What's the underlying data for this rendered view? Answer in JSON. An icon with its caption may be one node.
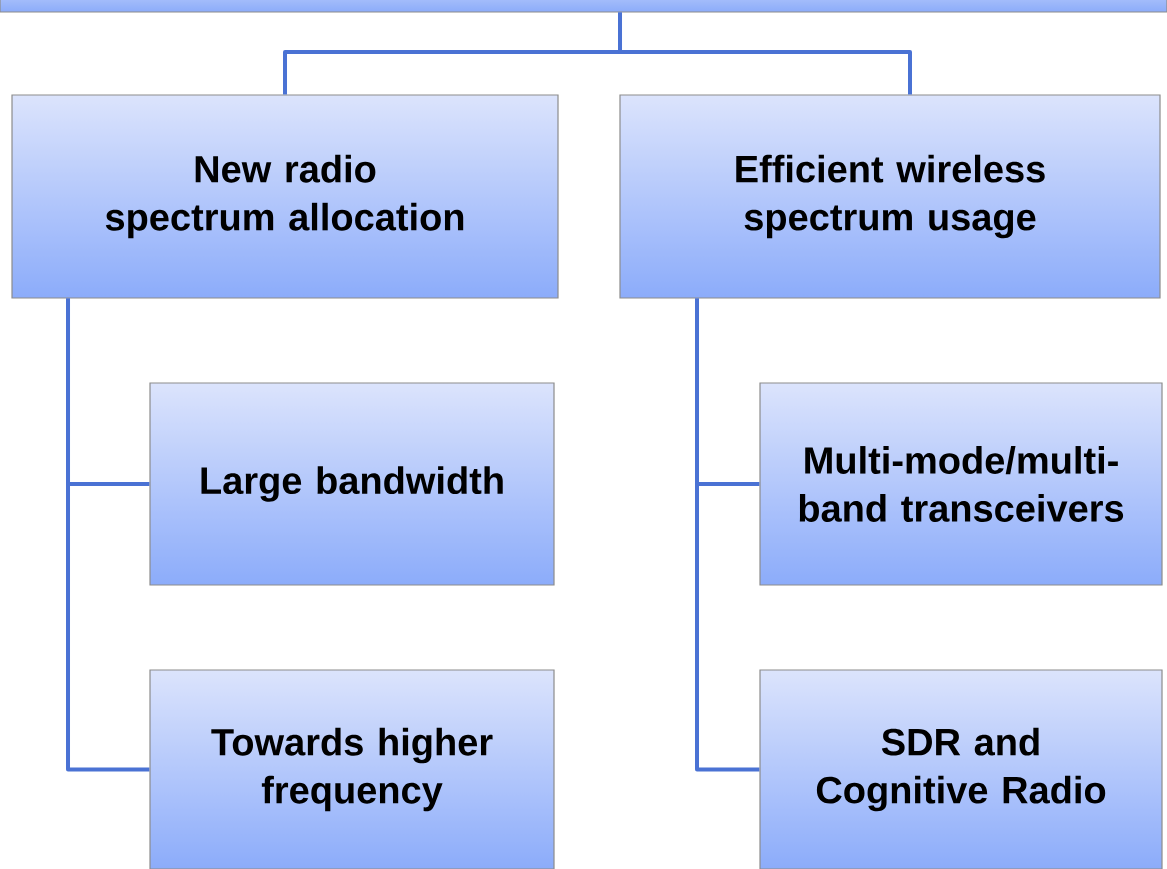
{
  "diagram": {
    "nodes": [
      {
        "text": [],
        "shape": "box"
      },
      {
        "text": [
          "New radio spectrum allocation"
        ]
      },
      {
        "text": [
          "Efficient wireless spectrum usage"
        ]
      },
      {
        "text": [
          "Large bandwidth"
        ]
      },
      {
        "text": [
          "Towards higher frequency"
        ]
      },
      {
        "text": [
          "Multi-mode/multi-band transceivers"
        ]
      },
      {
        "text": [
          "SDR and Cognitive Radio"
        ]
      }
    ],
    "edges": [
      {
        "from": 0,
        "to": 1,
        "arrow": "none"
      },
      {
        "from": 0,
        "to": 2,
        "arrow": "none"
      },
      {
        "from": 1,
        "to": 3,
        "arrow": "none"
      },
      {
        "from": 1,
        "to": 4,
        "arrow": "none"
      },
      {
        "from": 2,
        "to": 5,
        "arrow": "none"
      },
      {
        "from": 2,
        "to": 6,
        "arrow": "none"
      }
    ]
  }
}
